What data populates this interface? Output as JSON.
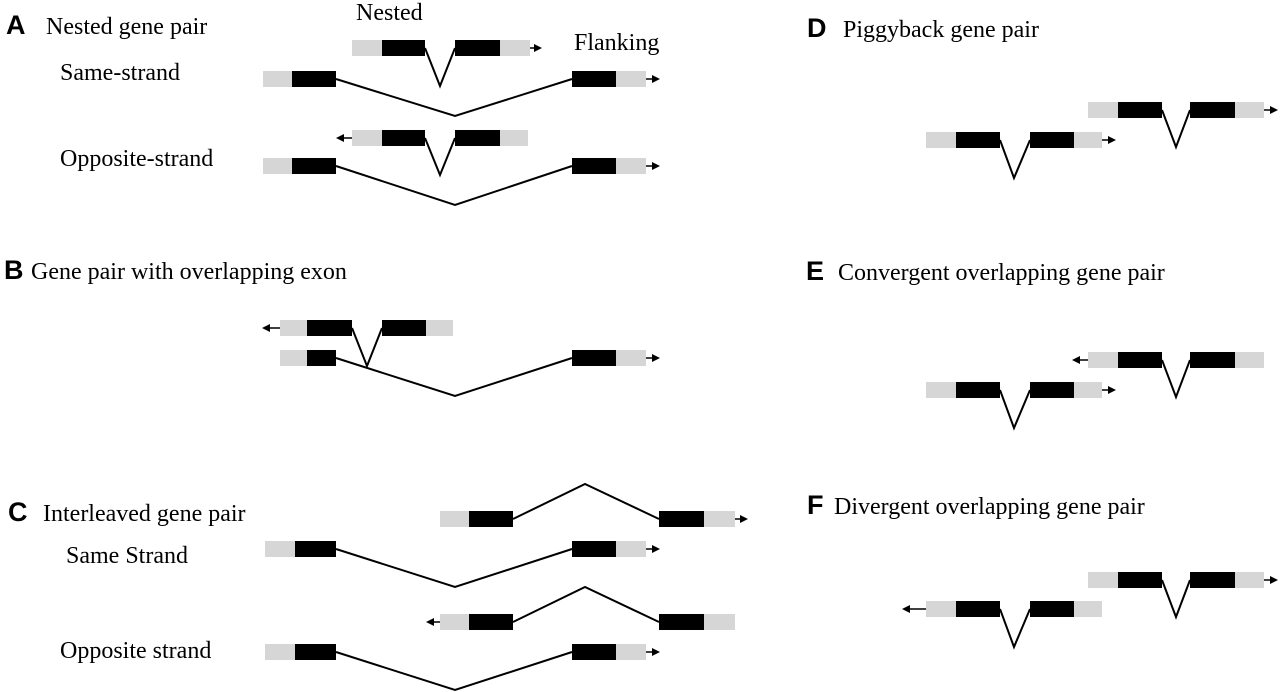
{
  "colors": {
    "utr": "#d6d6d6",
    "exon": "#000000",
    "line": "#000000",
    "background": "#ffffff"
  },
  "panels": {
    "A": {
      "letter": "A",
      "title": "Nested gene pair",
      "nested_label": "Nested",
      "flanking_label": "Flanking",
      "row1_label": "Same-strand",
      "row2_label": "Opposite-strand"
    },
    "B": {
      "letter": "B",
      "title": "Gene pair with overlapping exon"
    },
    "C": {
      "letter": "C",
      "title": "Interleaved gene pair",
      "row1_label": "Same Strand",
      "row2_label": "Opposite strand"
    },
    "D": {
      "letter": "D",
      "title": "Piggyback gene pair"
    },
    "E": {
      "letter": "E",
      "title": "Convergent overlapping gene pair"
    },
    "F": {
      "letter": "F",
      "title": "Divergent overlapping gene pair"
    }
  }
}
